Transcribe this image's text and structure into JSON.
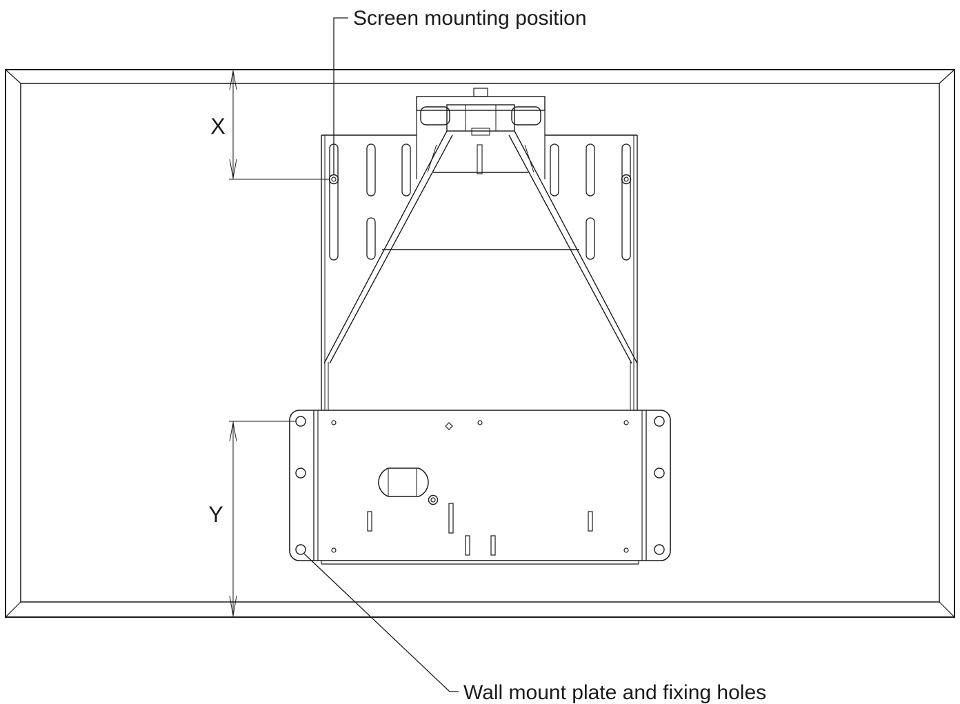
{
  "callouts": {
    "screen_mount": "Screen mounting position",
    "wall_plate": "Wall mount plate and fixing holes"
  },
  "dimensions": {
    "x_label": "X",
    "y_label": "Y"
  },
  "colors": {
    "line": "#1a1a1a",
    "background": "#ffffff"
  }
}
